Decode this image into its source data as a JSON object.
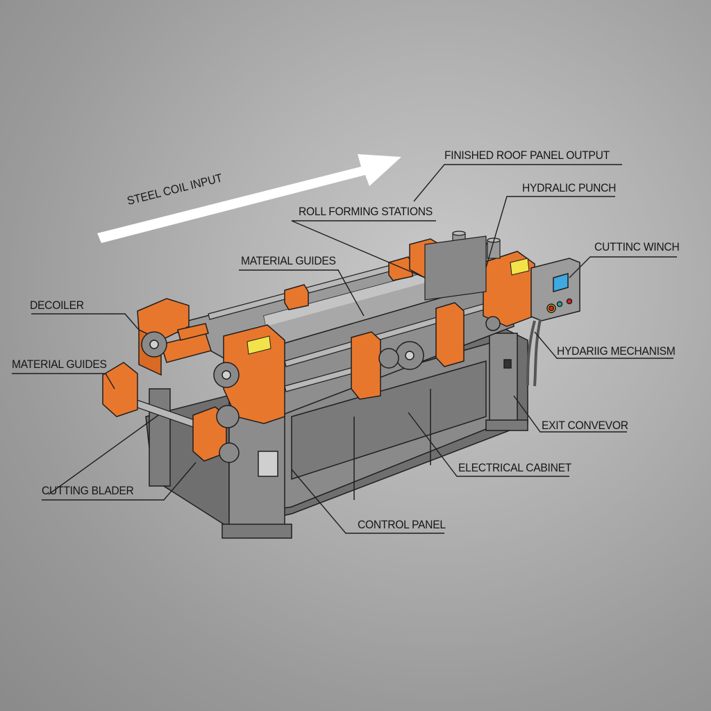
{
  "diagram": {
    "subject": "Roof panel roll forming machine",
    "flow_arrow": {
      "label": "STEEL COIL INPUT",
      "color": "#ffffff"
    },
    "colors": {
      "background": "#b3b3b3",
      "machine_frame": "#7e7e7e",
      "guards": "#e8772e",
      "warning_plate": "#f2e34a",
      "screen": "#3fa9e0",
      "outline": "#1e1e1e"
    },
    "callouts": [
      {
        "id": "finished-output",
        "label": "FINISHED ROOF PANEL OUTPUT"
      },
      {
        "id": "hydraulic-punch",
        "label": "HYDRALIC PUNCH"
      },
      {
        "id": "roll-forming",
        "label": "ROLL FORMING STATIONS"
      },
      {
        "id": "cutting-winch",
        "label": "CUTTINC WINCH"
      },
      {
        "id": "material-guides-top",
        "label": "MATERIAL GUIDES"
      },
      {
        "id": "decoiler",
        "label": "DECOILER"
      },
      {
        "id": "material-guides-left",
        "label": "MATERIAL GUIDES"
      },
      {
        "id": "hydraulic-mechanism",
        "label": "HYDARIIG MECHANISM"
      },
      {
        "id": "exit-conveyor",
        "label": "EXIT CONVEVOR"
      },
      {
        "id": "electrical-cabinet",
        "label": "ELECTRICAL CABINET"
      },
      {
        "id": "cutting-blade",
        "label": "CUTTING BLADER"
      },
      {
        "id": "control-panel",
        "label": "CONTROL PANEL"
      }
    ]
  }
}
